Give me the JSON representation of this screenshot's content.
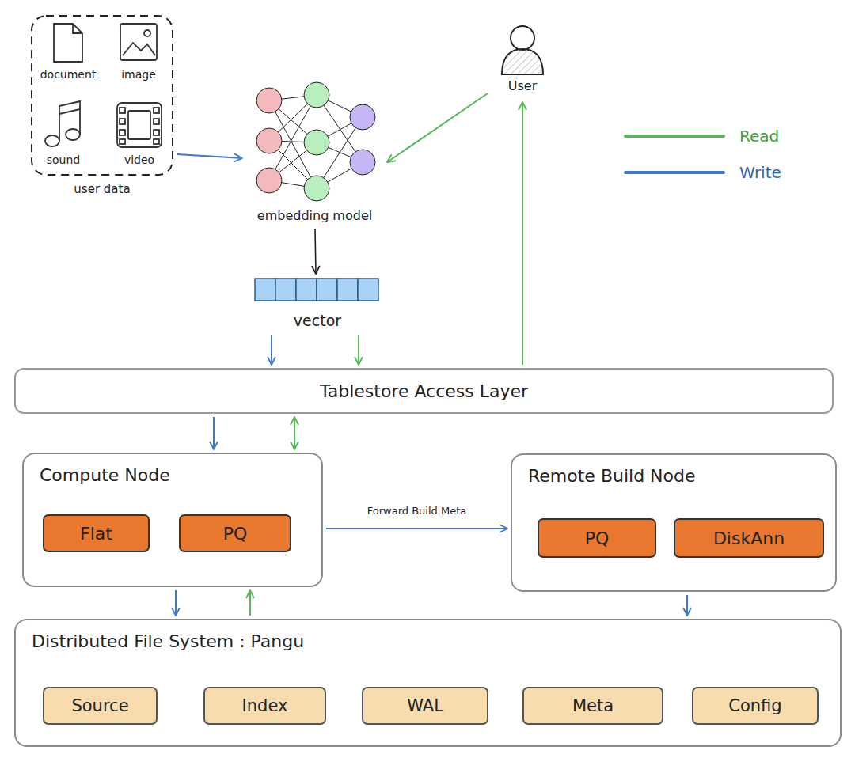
{
  "diagram": {
    "nodes": [
      {
        "text": [
          "user data"
        ]
      },
      {
        "text": [
          "embedding model"
        ]
      },
      {
        "text": [
          "User"
        ]
      },
      {
        "text": [
          "vector"
        ]
      },
      {
        "text": [
          "Tablestore Access Layer"
        ]
      },
      {
        "text": [
          "Compute Node"
        ]
      },
      {
        "text": [
          "Flat"
        ],
        "in": 5
      },
      {
        "text": [
          "PQ"
        ],
        "in": 5
      },
      {
        "text": [
          "Remote Build Node"
        ]
      },
      {
        "text": [
          "PQ"
        ],
        "in": 8
      },
      {
        "text": [
          "DiskAnn"
        ],
        "in": 8
      },
      {
        "text": [
          "Distributed File System : Pangu"
        ]
      },
      {
        "text": [
          "Source"
        ],
        "in": 11
      },
      {
        "text": [
          "Index"
        ],
        "in": 11
      },
      {
        "text": [
          "WAL"
        ],
        "in": 11
      },
      {
        "text": [
          "Meta"
        ],
        "in": 11
      },
      {
        "text": [
          "Config"
        ],
        "in": 11
      }
    ],
    "edges": [
      {
        "from": 0,
        "to": 1,
        "arrow": "to"
      },
      {
        "from": 2,
        "to": 1,
        "arrow": "to"
      },
      {
        "from": 1,
        "to": 3,
        "arrow": "to"
      },
      {
        "from": 3,
        "to": 4,
        "arrow": "to"
      },
      {
        "from": 3,
        "to": 4,
        "arrow": "to"
      },
      {
        "from": 4,
        "to": 2,
        "arrow": "to"
      },
      {
        "from": 4,
        "to": 5,
        "arrow": "to"
      },
      {
        "from": 4,
        "to": 5,
        "arrow": "both"
      },
      {
        "from": 5,
        "to": 8,
        "label": "Forward Build Meta",
        "arrow": "to"
      },
      {
        "from": 5,
        "to": 11,
        "arrow": "to"
      },
      {
        "from": 11,
        "to": 5,
        "arrow": "to"
      },
      {
        "from": 8,
        "to": 11,
        "arrow": "to"
      }
    ],
    "labels": [
      "document",
      "image",
      "sound",
      "video"
    ],
    "legend": [
      {
        "text": "Read"
      },
      {
        "text": "Write"
      }
    ]
  }
}
